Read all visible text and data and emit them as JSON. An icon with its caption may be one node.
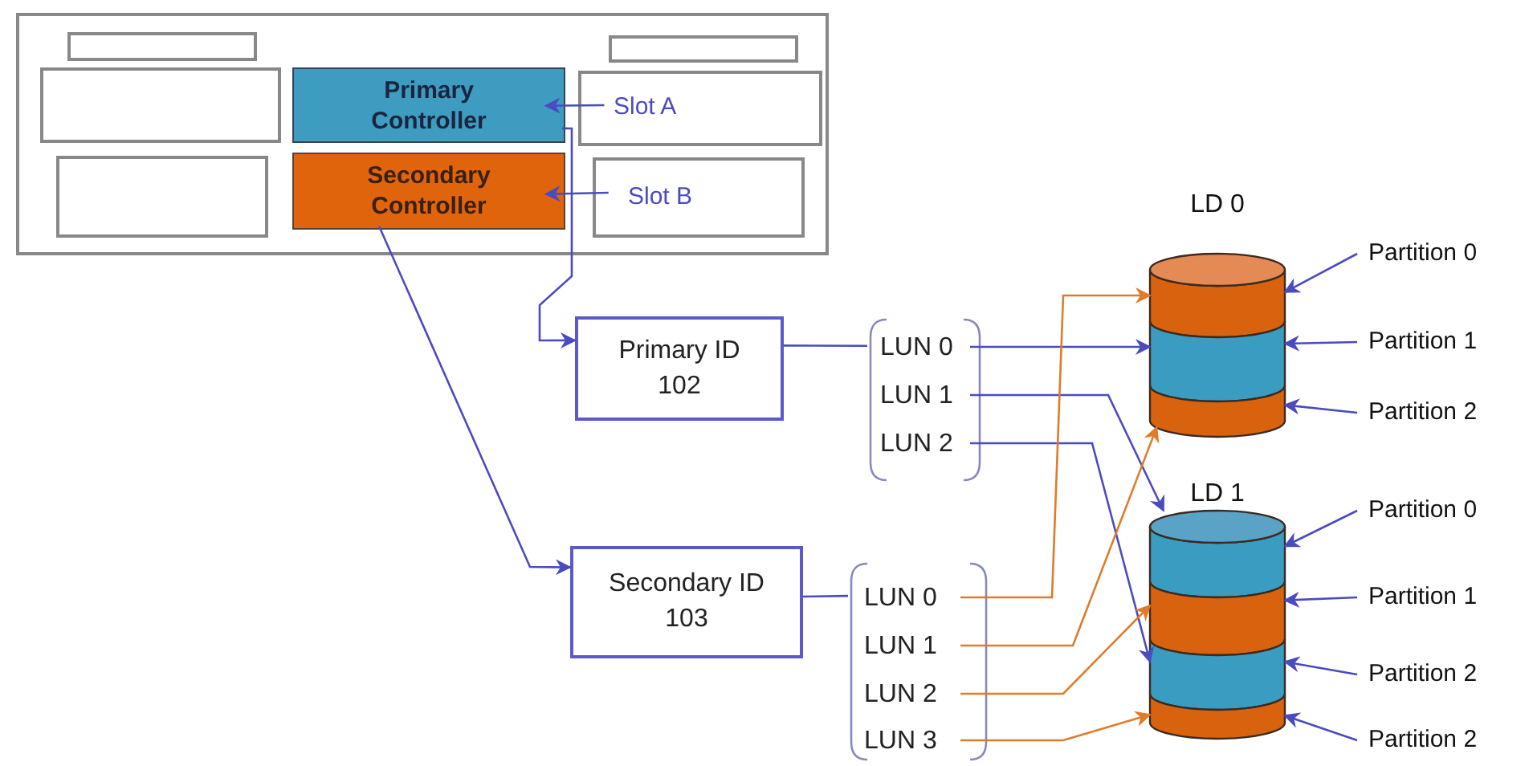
{
  "diagram": {
    "nodes": [
      {
        "text": [],
        "shape": "box"
      },
      {
        "text": [],
        "shape": "box",
        "in": 0
      },
      {
        "text": [],
        "shape": "box",
        "in": 0
      },
      {
        "text": [],
        "shape": "box",
        "in": 0
      },
      {
        "text": [
          "Primary Controller"
        ],
        "in": 0
      },
      {
        "text": [
          "Slot A"
        ],
        "in": 0
      },
      {
        "text": [],
        "shape": "box",
        "in": 0
      },
      {
        "text": [
          "Secondary Controller"
        ],
        "in": 0
      },
      {
        "text": [
          "Slot B"
        ],
        "in": 0
      },
      {
        "text": [
          "LD 0"
        ]
      },
      {
        "text": [],
        "shape": "bar",
        "in": 9
      },
      {
        "text": [],
        "shape": "bar",
        "in": 9
      },
      {
        "text": [],
        "shape": "bar",
        "in": 9
      },
      {
        "text": [
          "Partition 0"
        ]
      },
      {
        "text": [
          "Partition 1"
        ]
      },
      {
        "text": [
          "Partition 2"
        ]
      },
      {
        "text": [
          "Primary ID",
          "102"
        ]
      },
      {
        "text": [],
        "shape": "brackets"
      },
      {
        "text": [
          "LUN 0"
        ],
        "in": 17
      },
      {
        "text": [
          "LUN 1"
        ],
        "in": 17
      },
      {
        "text": [
          "LUN 2"
        ],
        "in": 17
      },
      {
        "text": [
          "LD 1"
        ]
      },
      {
        "text": [],
        "shape": "bar",
        "in": 21
      },
      {
        "text": [],
        "shape": "bar",
        "in": 21
      },
      {
        "text": [],
        "shape": "bar",
        "in": 21
      },
      {
        "text": [],
        "shape": "bar",
        "in": 21
      },
      {
        "text": [
          "Partition 0"
        ]
      },
      {
        "text": [
          "Partition 1"
        ]
      },
      {
        "text": [
          "Partition 2"
        ]
      },
      {
        "text": [
          "Partition 2"
        ]
      },
      {
        "text": [
          "Secondary ID",
          "103"
        ]
      },
      {
        "text": [],
        "shape": "brackets"
      },
      {
        "text": [
          "LUN 0"
        ],
        "in": 31
      },
      {
        "text": [
          "LUN 1"
        ],
        "in": 31
      },
      {
        "text": [
          "LUN 2"
        ],
        "in": 31
      },
      {
        "text": [
          "LUN 3"
        ],
        "in": 31
      }
    ],
    "edges": [
      {
        "from": 5,
        "to": 4,
        "arrow": "to"
      },
      {
        "from": 8,
        "to": 7,
        "arrow": "to"
      },
      {
        "from": 4,
        "to": 16,
        "arrow": "to"
      },
      {
        "from": 7,
        "to": 30,
        "arrow": "to"
      },
      {
        "from": 16,
        "to": 17,
        "arrow": "none"
      },
      {
        "from": 30,
        "to": 31,
        "arrow": "none"
      },
      {
        "from": 18,
        "to": 11,
        "arrow": "to"
      },
      {
        "from": 19,
        "to": 22,
        "arrow": "to"
      },
      {
        "from": 20,
        "to": 24,
        "arrow": "to"
      },
      {
        "from": 32,
        "to": 10,
        "arrow": "to",
        "color": "#e07b2a"
      },
      {
        "from": 33,
        "to": 12,
        "arrow": "to",
        "color": "#e07b2a"
      },
      {
        "from": 34,
        "to": 23,
        "arrow": "to",
        "color": "#e07b2a"
      },
      {
        "from": 35,
        "to": 25,
        "arrow": "to",
        "color": "#e07b2a"
      },
      {
        "from": 13,
        "to": 10,
        "arrow": "to"
      },
      {
        "from": 14,
        "to": 11,
        "arrow": "to"
      },
      {
        "from": 15,
        "to": 12,
        "arrow": "to"
      },
      {
        "from": 26,
        "to": 22,
        "arrow": "to"
      },
      {
        "from": 27,
        "to": 23,
        "arrow": "to"
      },
      {
        "from": 28,
        "to": 24,
        "arrow": "to"
      },
      {
        "from": 29,
        "to": 25,
        "arrow": "to"
      }
    ]
  }
}
